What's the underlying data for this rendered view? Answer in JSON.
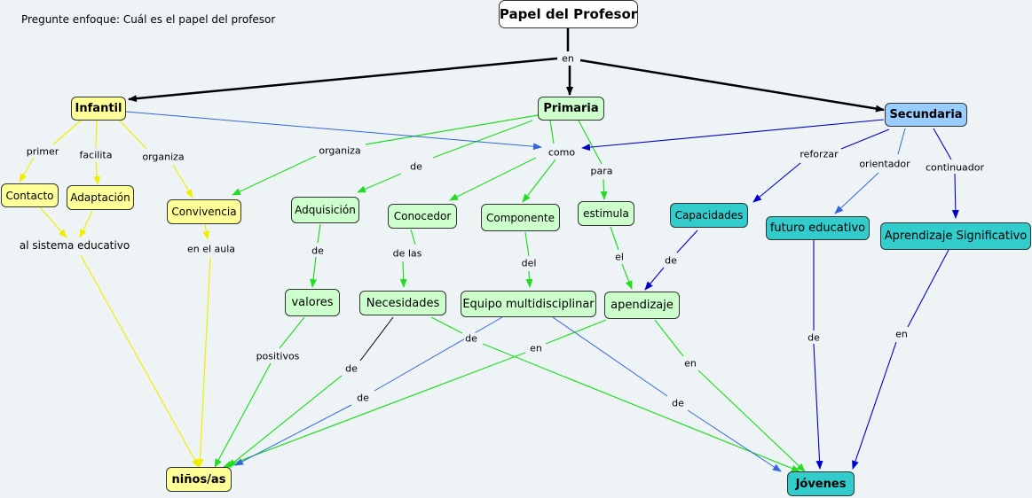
{
  "focus_question": "Pregunte enfoque: Cuál es el papel del profesor",
  "colors": {
    "background": "#eef4f6",
    "yellow": "#ffff99",
    "green": "#ccffcc",
    "blue": "#99ccff",
    "teal": "#33cccc"
  },
  "nodes": {
    "root": "Papel del Profesor",
    "infantil": "Infantil",
    "primaria": "Primaria",
    "secundaria": "Secundaria",
    "contacto": "Contacto",
    "adaptacion": "Adaptación",
    "convivencia": "Convivencia",
    "adquisicion": "Adquisición",
    "conocedor": "Conocedor",
    "componente": "Componente",
    "estimula": "estimula",
    "capacidades": "Capacidades",
    "futuro": "futuro educativo",
    "aprendizaje_sig": "Aprendizaje Significativo",
    "valores": "valores",
    "necesidades": "Necesidades",
    "equipo": "Equipo multidisciplinar",
    "apendizaje": "apendizaje",
    "ninos": "niños/as",
    "jovenes": "Jóvenes"
  },
  "plain_text": {
    "sistema": "al sistema educativo",
    "aula": "en el aula"
  },
  "links": {
    "en_root": "en",
    "primer": "primer",
    "facilita": "facilita",
    "organiza_inf": "organiza",
    "organiza_pri": "organiza",
    "de_adq": "de",
    "como": "como",
    "para": "para",
    "reforzar": "reforzar",
    "orientador": "orientador",
    "continuador": "continuador",
    "de_val": "de",
    "de_las": "de las",
    "del": "del",
    "el": "el",
    "de_cap": "de",
    "positivos": "positivos",
    "de_nec": "de",
    "de_equipo": "de",
    "de_nec_jov": "de",
    "en_apend": "en",
    "de_equipo_jov": "de",
    "en_apend_jov": "en",
    "de_fut": "de",
    "en_sig": "en"
  }
}
